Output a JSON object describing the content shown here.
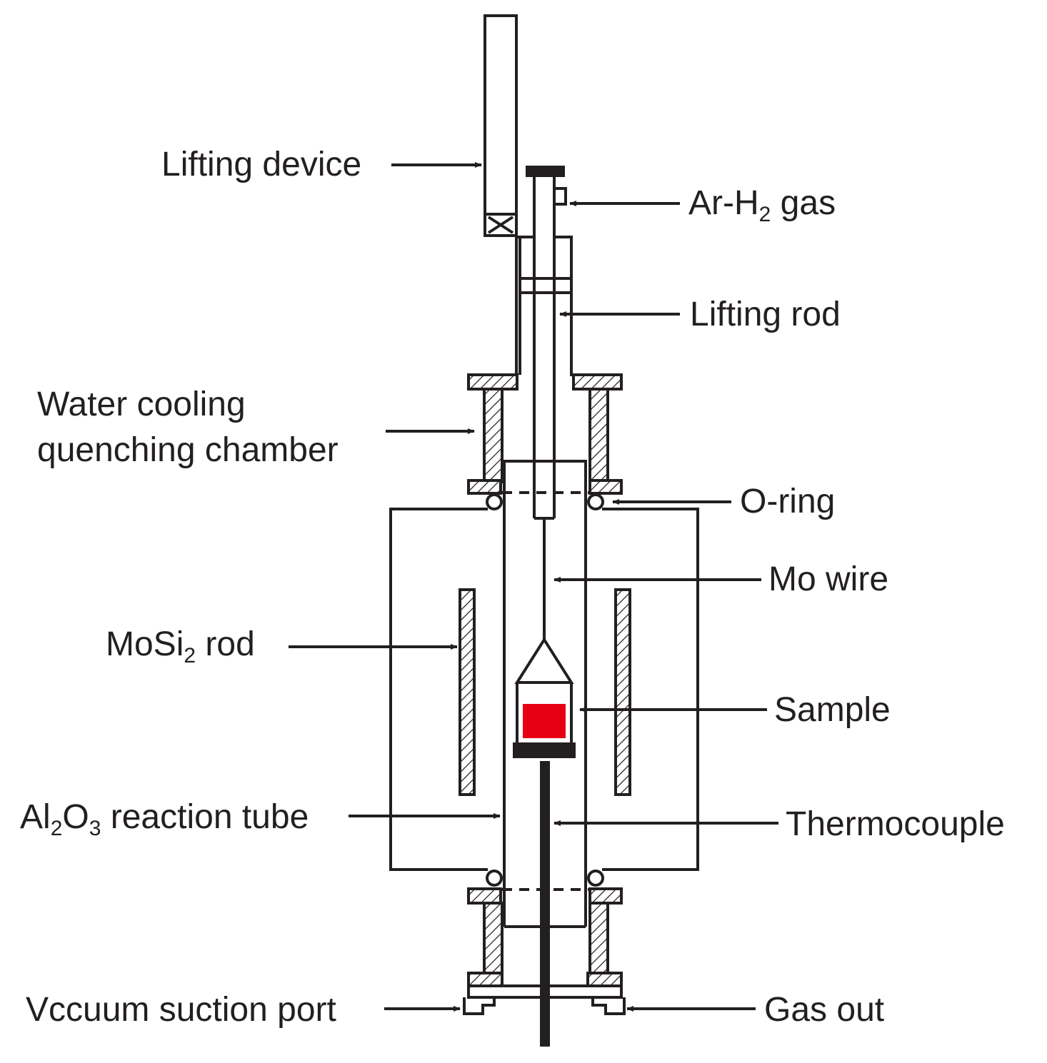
{
  "labels": {
    "lifting_device": "Lifting device",
    "ar_h2_gas_prefix": "Ar-H",
    "ar_h2_gas_sub": "2",
    "ar_h2_gas_suffix": " gas",
    "lifting_rod": "Lifting rod",
    "water_cooling_line1": "Water cooling",
    "water_cooling_line2": "quenching chamber",
    "o_ring": "O-ring",
    "mo_wire": "Mo wire",
    "mosi2_prefix": "MoSi",
    "mosi2_sub": "2",
    "mosi2_suffix": " rod",
    "sample": "Sample",
    "al2o3_a": "Al",
    "al2o3_sub1": "2",
    "al2o3_b": "O",
    "al2o3_sub2": "3",
    "al2o3_suffix": " reaction tube",
    "thermocouple": "Thermocouple",
    "vacuum_port": "Vccuum suction port",
    "gas_out": "Gas out"
  },
  "colors": {
    "line": "#231f20",
    "sample": "#e60012",
    "background": "#ffffff"
  }
}
